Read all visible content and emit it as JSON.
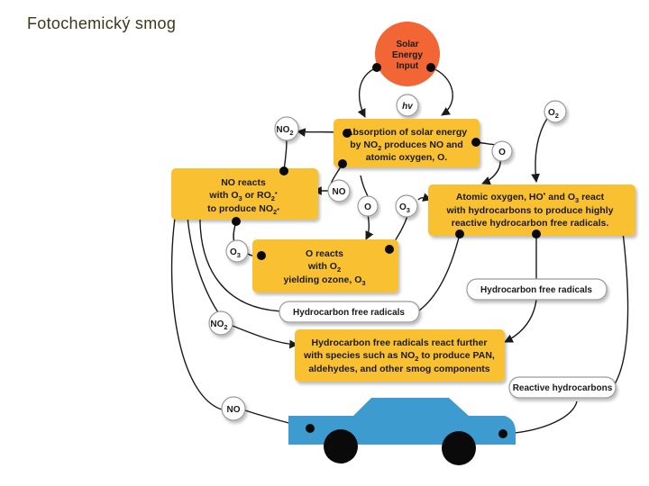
{
  "title": "Fotochemický smog",
  "sun": {
    "line1": "Solar",
    "line2": "Energy",
    "line3": "Input"
  },
  "hv": "hv",
  "boxes": {
    "absorption": {
      "line1": "Absorption of solar energy",
      "line2a": "by NO",
      "line2sub": "2",
      "line2b": " produces NO and",
      "line3": "atomic oxygen, O."
    },
    "no_reacts": {
      "line1": "NO reacts",
      "line2a": "with O",
      "line2sub": "3",
      "line2b": " or RO",
      "line2sub2": "2",
      "line2c": "•",
      "line3a": "to produce NO",
      "line3sub": "2",
      "line3b": "•"
    },
    "atomic": {
      "line1a": "Atomic oxygen, HO",
      "line1sup": "•",
      "line1b": " and O",
      "line1sub": "3",
      "line1c": " react",
      "line2": "with hydrocarbons to produce highly",
      "line3": "reactive hydrocarbon free radicals."
    },
    "o_reacts": {
      "line1": "O reacts",
      "line2a": "with O",
      "line2sub": "2",
      "line3a": "yielding ozone, O",
      "line3sub": "3"
    },
    "hc_further": {
      "line1": "Hydrocarbon free radicals react further",
      "line2a": "with species such as NO",
      "line2sub": "2",
      "line2b": " to produce PAN,",
      "line3": "aldehydes, and other smog components"
    }
  },
  "pills": {
    "hc_free_right": "Hydrocarbon free radicals",
    "hc_free_left": "Hydrocarbon free radicals",
    "reactive_hc": "Reactive hydrocarbons"
  },
  "bubbles": {
    "no2_top": {
      "base": "NO",
      "sub": "2"
    },
    "o2_top": {
      "base": "O",
      "sub": "2"
    },
    "o_right": {
      "base": "O",
      "sub": ""
    },
    "no_mid": {
      "base": "NO",
      "sub": ""
    },
    "o_mid": {
      "base": "O",
      "sub": ""
    },
    "o3_mid": {
      "base": "O",
      "sub": "3"
    },
    "o3_left": {
      "base": "O",
      "sub": "3"
    },
    "no2_left": {
      "base": "NO",
      "sub": "2"
    },
    "no_car": {
      "base": "NO",
      "sub": ""
    }
  },
  "colors": {
    "box": "#f9c130",
    "sun": "#f26534",
    "car": "#3e9bd0",
    "line": "#1a1a1a",
    "pill_border": "#9a9a9a"
  }
}
